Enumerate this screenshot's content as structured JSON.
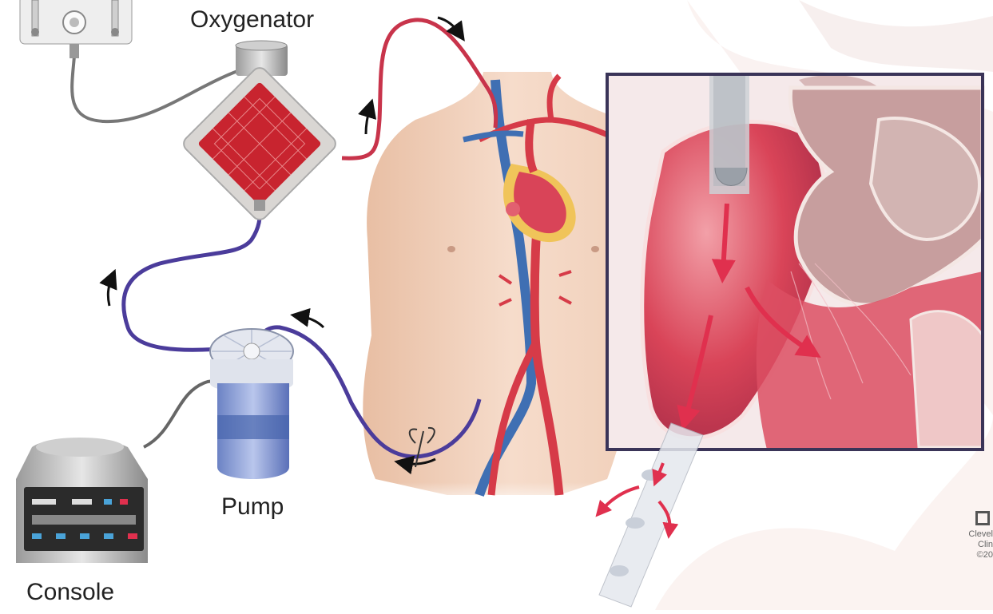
{
  "labels": {
    "oxygenator": "Oxygenator",
    "pump": "Pump",
    "console": "Console"
  },
  "logo": {
    "line1": "Clevel",
    "line2": "Clin",
    "line3": "©20"
  },
  "colors": {
    "oxygenated_tube": "#c8344b",
    "deoxygenated_tube": "#4b3c9b",
    "skin": "#f3d3bd",
    "heart_red": "#d94458",
    "inset_frame": "#3a3458",
    "arrow": "#e0304e"
  }
}
